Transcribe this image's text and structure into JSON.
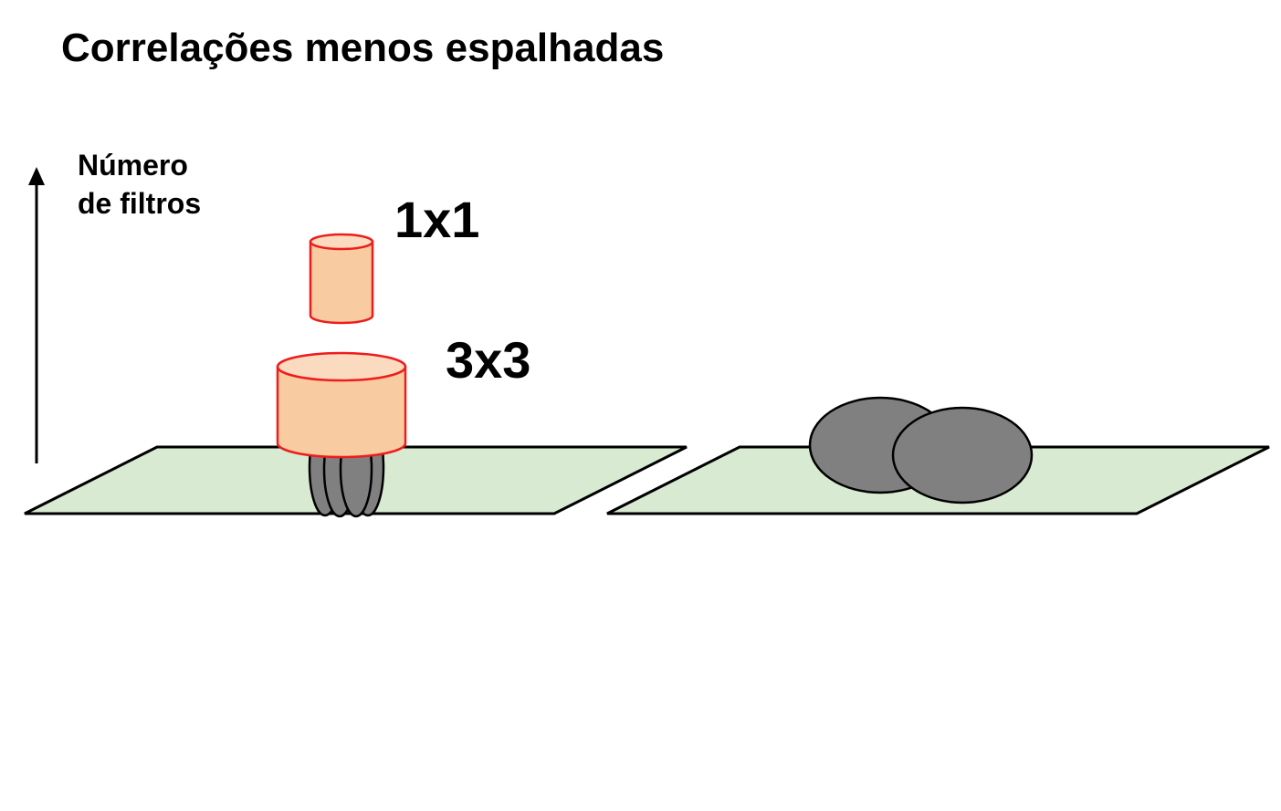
{
  "title": "Correlações menos espalhadas",
  "axis": {
    "label_line1": "Número",
    "label_line2": "de filtros"
  },
  "filters": {
    "small_label": "1x1",
    "large_label": "3x3"
  },
  "colors": {
    "plane_fill": "#d9ead3",
    "cylinder_fill": "#f8cba0",
    "cylinder_top": "#fadbbf",
    "cylinder_stroke": "#ee1c1c",
    "blob_fill": "#808080",
    "outline": "#000000"
  }
}
